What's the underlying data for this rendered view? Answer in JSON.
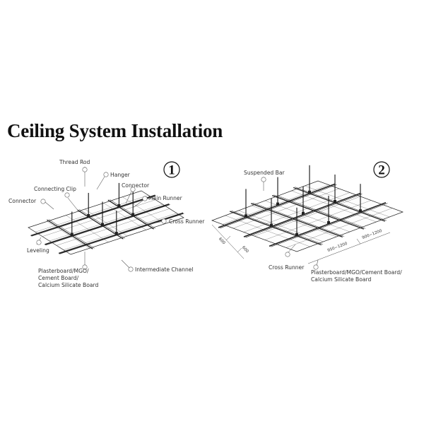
{
  "title": "Ceiling System Installation",
  "diagram1": {
    "number": "1",
    "labels": {
      "thread_rod": "Thread Rod",
      "hanger": "Hanger",
      "connecting_clip": "Connecting Clip",
      "connector_right": "Connector",
      "connector_left": "Connector",
      "main_runner": "Main Runner",
      "cross_runner": "Cross Runner",
      "leveling": "Leveling",
      "board_1": "Plasterboard/MGO/",
      "board_2": "Cement Board/",
      "board_3": "Calcium Silicate Board",
      "intermediate_channel": "Intermediate Channel"
    }
  },
  "diagram2": {
    "number": "2",
    "labels": {
      "suspended_bar": "Suspended Bar",
      "cross_runner": "Cross Runner",
      "board_1": "Plasterboard/MGO/Cement Board/",
      "board_2": "Calcium Silicate Board"
    },
    "dimensions": {
      "d600a": "600",
      "d600b": "600",
      "d950": "950~1200",
      "d900": "900~1200"
    }
  }
}
